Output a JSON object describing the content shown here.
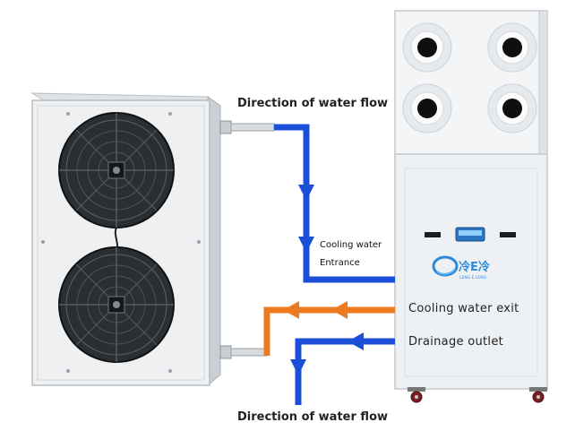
{
  "labels": {
    "flow_top": "Direction of water flow",
    "flow_bottom": "Direction of water flow",
    "cooling_water": "Cooling water",
    "entrance": "Entrance",
    "cooling_exit": "Cooling water exit",
    "drainage_outlet": "Drainage outlet"
  },
  "brand": {
    "logo_text": "冷E冷",
    "logo_sub": "LENG E LENG"
  },
  "colors": {
    "blue_pipe": "#1c4fd8",
    "orange_pipe": "#ee7a1f",
    "unit_body": "#f1f3f5",
    "fan_dark": "#1e2226"
  }
}
